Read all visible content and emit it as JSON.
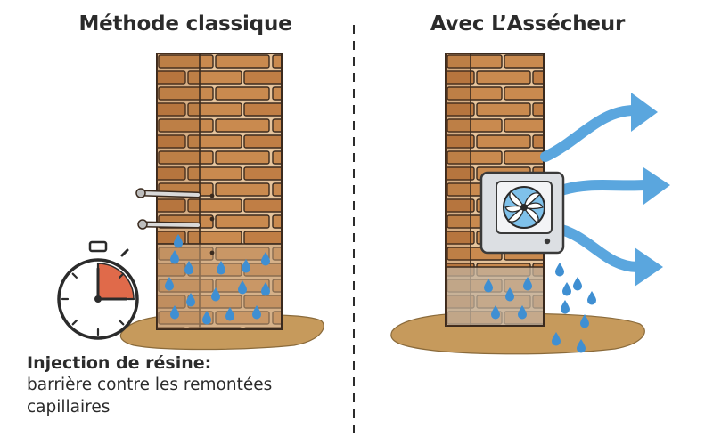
{
  "left_panel": {
    "title": "Méthode classique",
    "caption_heading": "Injection de résine:",
    "caption_body": "barrière contre les remontées capillaires"
  },
  "right_panel": {
    "title": "Avec L’Assécheur"
  },
  "colors": {
    "brick": "#c98a4f",
    "brick_dark": "#b07238",
    "mortar": "#e6c49c",
    "outline": "#3a2a1e",
    "ground": "#c69a5c",
    "water": "#3f8fd2",
    "air_flow": "#5aa6de",
    "device": "#dcdfe3",
    "fan": "#7fc1ea",
    "timer_sector": "#e06a4a"
  },
  "icons": [
    "stopwatch-icon",
    "fan-icon",
    "air-flow-arrow-icon",
    "water-drop-icon",
    "resin-injector-icon"
  ],
  "stopwatch": {
    "elapsed_fraction": 0.25
  }
}
